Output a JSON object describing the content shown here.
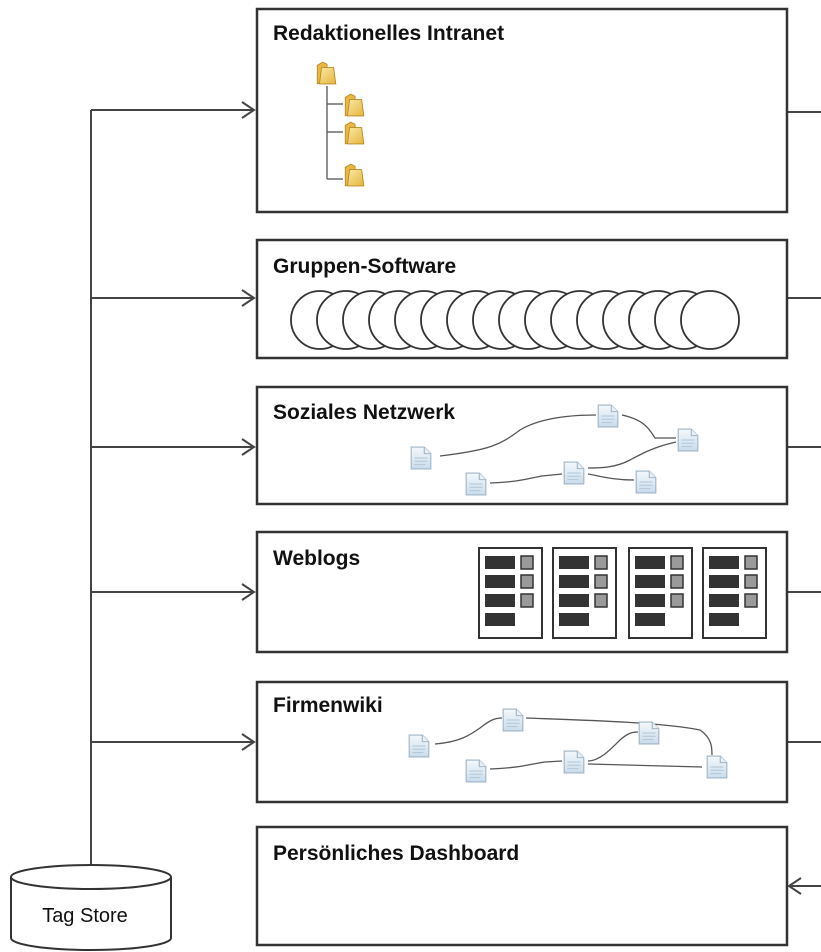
{
  "systems": [
    {
      "title": "Redaktionelles Intranet",
      "icon": "folder-tree-icon"
    },
    {
      "title": "Gruppen-Software",
      "icon": "circle-stack-icon"
    },
    {
      "title": "Soziales Netzwerk",
      "icon": "document-network-icon"
    },
    {
      "title": "Weblogs",
      "icon": "blog-server-icon"
    },
    {
      "title": "Firmenwiki",
      "icon": "document-network-icon"
    },
    {
      "title": "Persönliches Dashboard",
      "icon": ""
    }
  ],
  "store": {
    "label": "Tag Store"
  },
  "colors": {
    "stroke": "#333333",
    "folder": "#f2c94c",
    "document": "#c9dcec",
    "server_block": "#333333",
    "server_slot": "#9a9a9a"
  }
}
